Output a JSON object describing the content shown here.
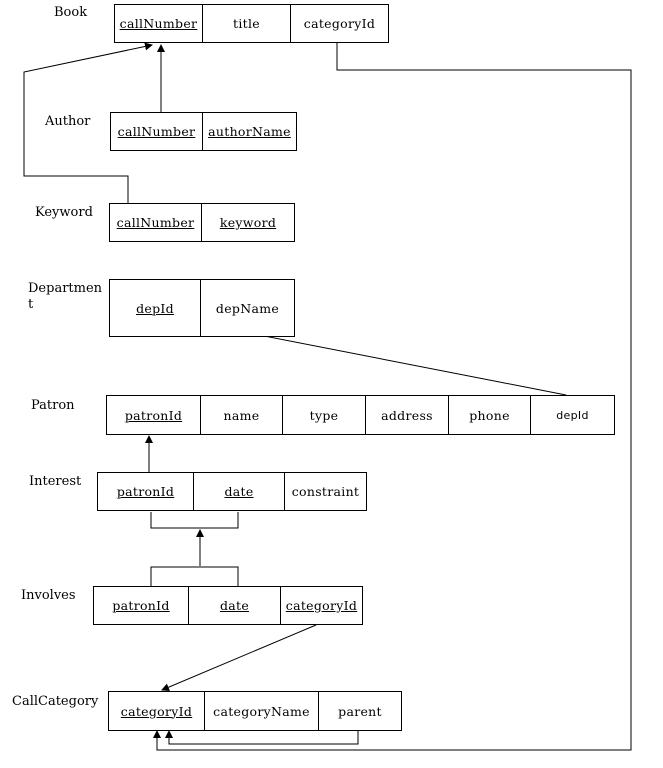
{
  "tables": {
    "book": {
      "label": "Book",
      "columns": [
        "callNumber",
        "title",
        "categoryId"
      ]
    },
    "author": {
      "label": "Author",
      "columns": [
        "callNumber",
        "authorName"
      ]
    },
    "keyword": {
      "label": "Keyword",
      "columns": [
        "callNumber",
        "keyword"
      ]
    },
    "department": {
      "label": "Departmen\nt",
      "columns": [
        "depId",
        "depName"
      ]
    },
    "patron": {
      "label": "Patron",
      "columns": [
        "patronId",
        "name",
        "type",
        "address",
        "phone",
        "depId"
      ]
    },
    "interest": {
      "label": "Interest",
      "columns": [
        "patronId",
        "date",
        "constraint"
      ]
    },
    "involves": {
      "label": "Involves",
      "columns": [
        "patronId",
        "date",
        "categoryId"
      ]
    },
    "callcategory": {
      "label": "CallCategory",
      "columns": [
        "categoryId",
        "categoryName",
        "parent"
      ]
    }
  }
}
